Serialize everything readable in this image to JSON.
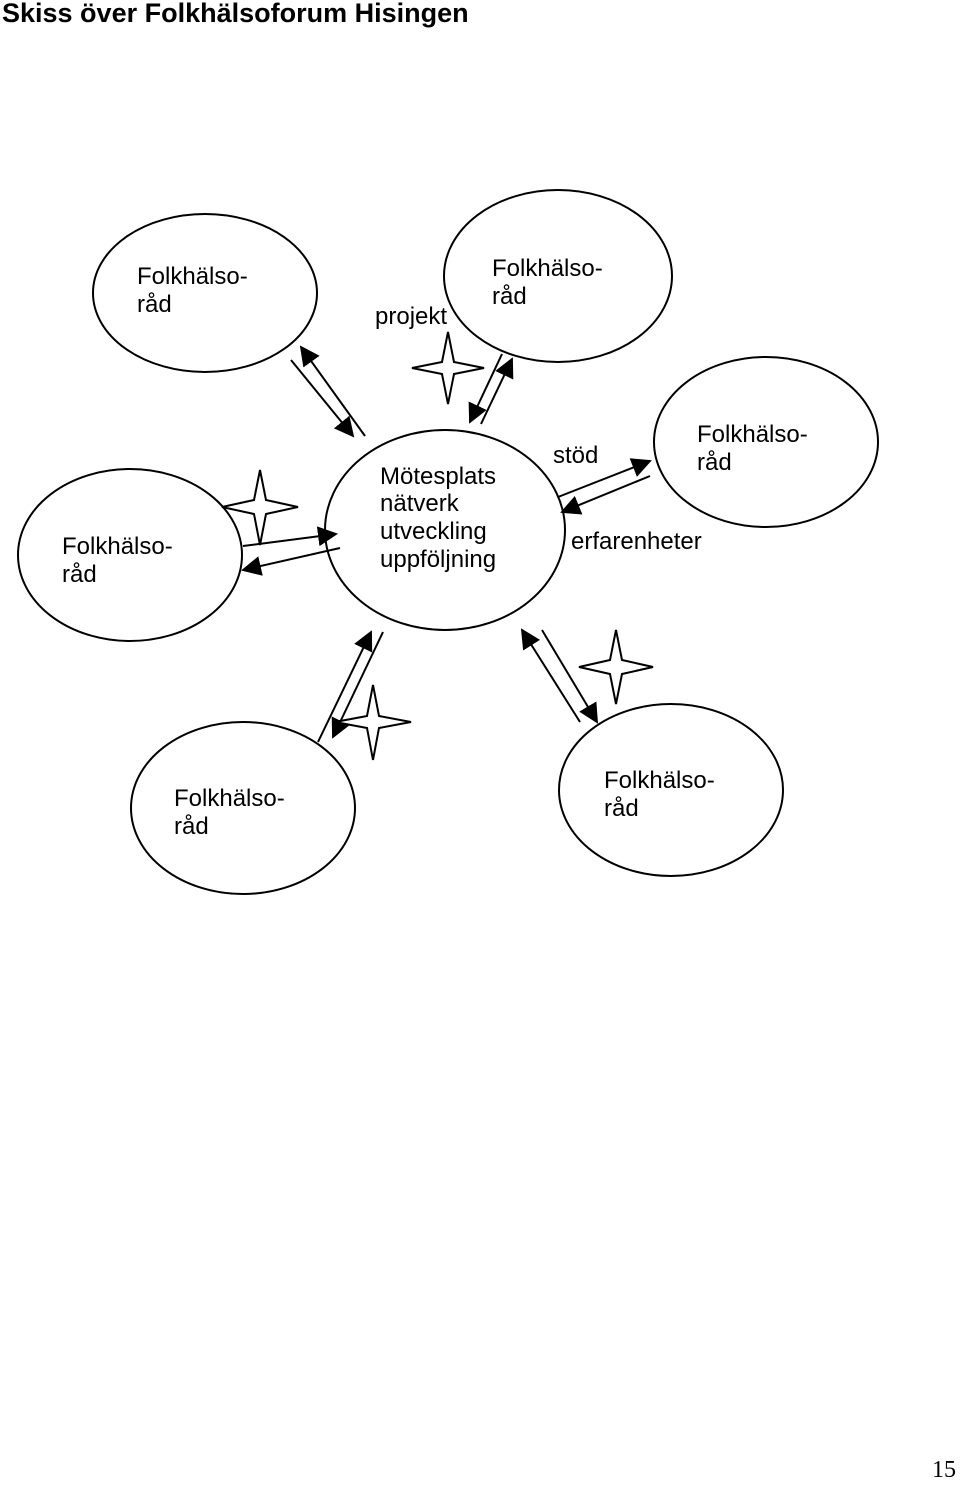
{
  "title": "Skiss över Folkhälsoforum Hisingen",
  "center": {
    "lines": [
      "Mötesplats",
      "nätverk",
      "utveckling",
      "uppföljning"
    ]
  },
  "councils": [
    {
      "line1": "Folkhälso-",
      "line2": "råd"
    },
    {
      "line1": "Folkhälso-",
      "line2": "råd"
    },
    {
      "line1": "Folkhälso-",
      "line2": "råd"
    },
    {
      "line1": "Folkhälso-",
      "line2": "råd"
    },
    {
      "line1": "Folkhälso-",
      "line2": "råd"
    },
    {
      "line1": "Folkhälso-",
      "line2": "råd"
    }
  ],
  "labels": {
    "projekt": "projekt",
    "stod": "stöd",
    "erfarenheter": "erfarenheter"
  },
  "page_number": "15"
}
